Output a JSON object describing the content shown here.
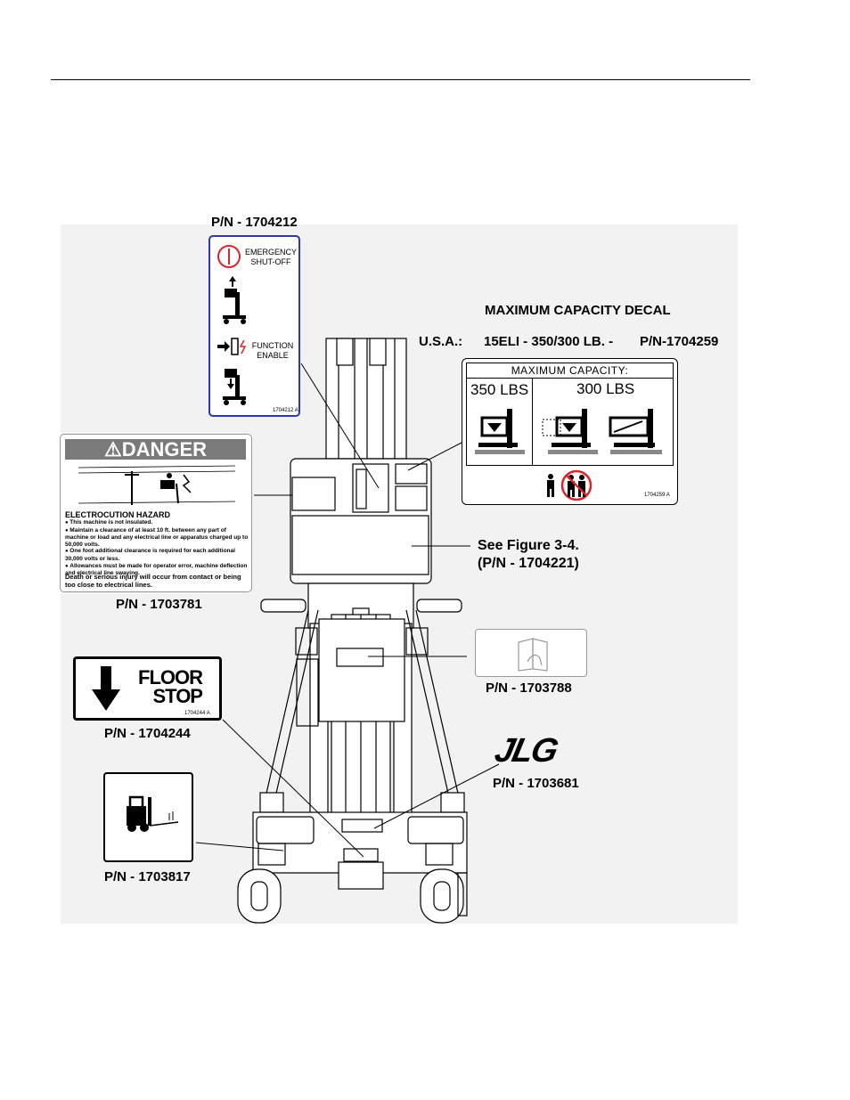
{
  "labels": {
    "pn_emergency": "P/N - 1704212",
    "pn_danger": "P/N - 1703781",
    "pn_floor": "P/N - 1704244",
    "pn_forklift": "P/N - 1703817",
    "pn_manual": "P/N - 1703788",
    "pn_jlg": "P/N - 1703681",
    "capacity_title": "MAXIMUM CAPACITY DECAL",
    "usa": "U.S.A.:",
    "model": "15ELI -  350/300 LB.  -",
    "capacity_pn": "P/N-1704259",
    "see_figure": "See Figure 3-4.",
    "see_figure_pn": "(P/N - 1704221)"
  },
  "emergency_decal": {
    "shutoff": "EMERGENCY\nSHUT-OFF",
    "enable": "FUNCTION\nENABLE",
    "code": "1704212 A",
    "accent": "#d7262b",
    "border": "#2b3aa8"
  },
  "danger_decal": {
    "header": "DANGER",
    "hazard_title": "ELECTROCUTION HAZARD",
    "bullets": [
      "This machine is not insulated.",
      "Maintain a clearance of at least 10 ft. between any part of machine or load and any electrical line or apparatus charged up to 50,000 volts.",
      "One foot additional clearance is required for each additional 30,000 volts or less.",
      "Allowances must be made for operator error, machine deflection and electrical line swaying."
    ],
    "footer": "Death or serious injury will occur from contact or being too close to electrical lines.",
    "icon": "warning-triangle-icon"
  },
  "capacity_decal": {
    "header": "MAXIMUM CAPACITY:",
    "left": "350 LBS",
    "right": "300 LBS",
    "code": "1704259 A",
    "prohibit_color": "#d7262b"
  },
  "floor_decal": {
    "text": "FLOOR\nSTOP",
    "code": "1704244 A"
  },
  "logo": {
    "text": "JLG"
  }
}
